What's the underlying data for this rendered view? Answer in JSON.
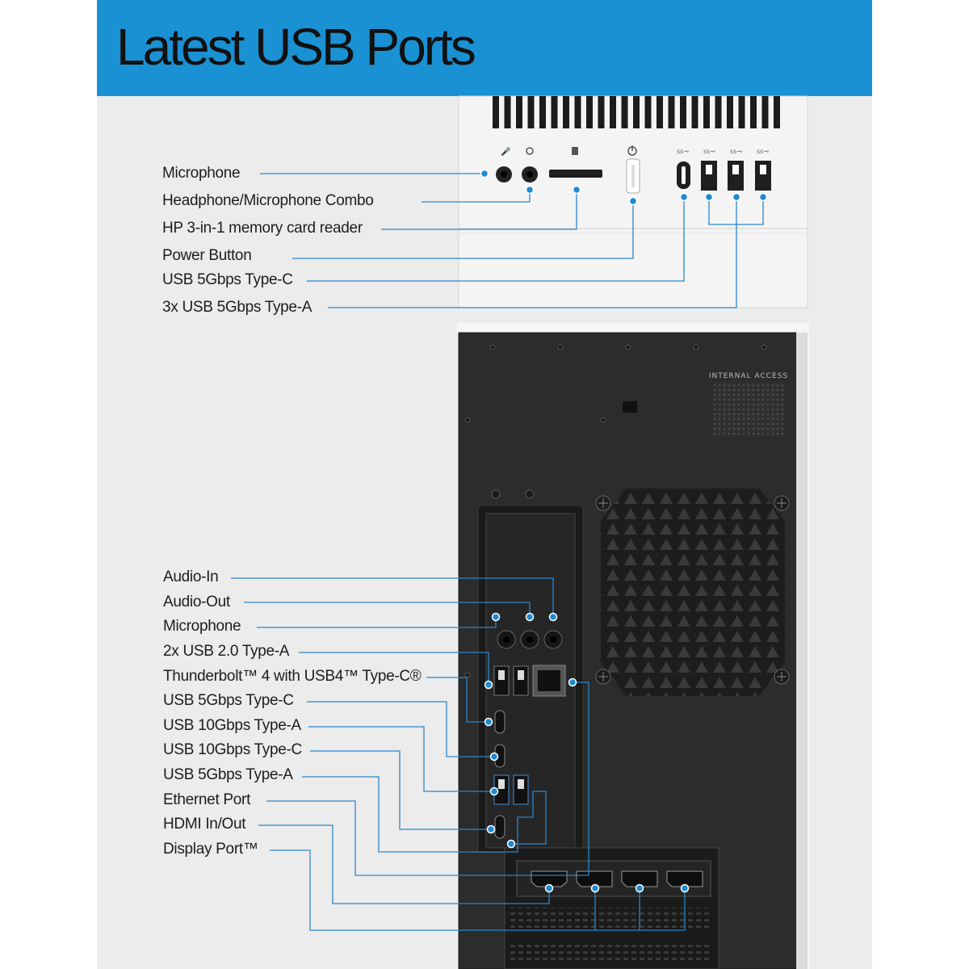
{
  "banner": {
    "title": "Latest USB Ports"
  },
  "front_labels": [
    "Microphone",
    "Headphone/Microphone Combo",
    "HP 3-in-1 memory card reader",
    "Power Button",
    "USB 5Gbps Type-C",
    "3x USB 5Gbps Type-A"
  ],
  "rear_labels": [
    "Audio-In",
    "Audio-Out",
    "Microphone",
    "2x USB 2.0 Type-A",
    "Thunderbolt™ 4 with USB4™ Type-C®",
    "USB 5Gbps Type-C",
    "USB 10Gbps Type-A",
    "USB 10Gbps Type-C",
    "USB 5Gbps Type-A",
    "Ethernet Port",
    "HDMI In/Out",
    "Display Port™"
  ],
  "case": {
    "internal_access": "INTERNAL ACCESS"
  },
  "colors": {
    "banner": "#1a91d3",
    "leader": "#2a86c9",
    "panel": "#ececec",
    "case": "#2d2d2d"
  }
}
